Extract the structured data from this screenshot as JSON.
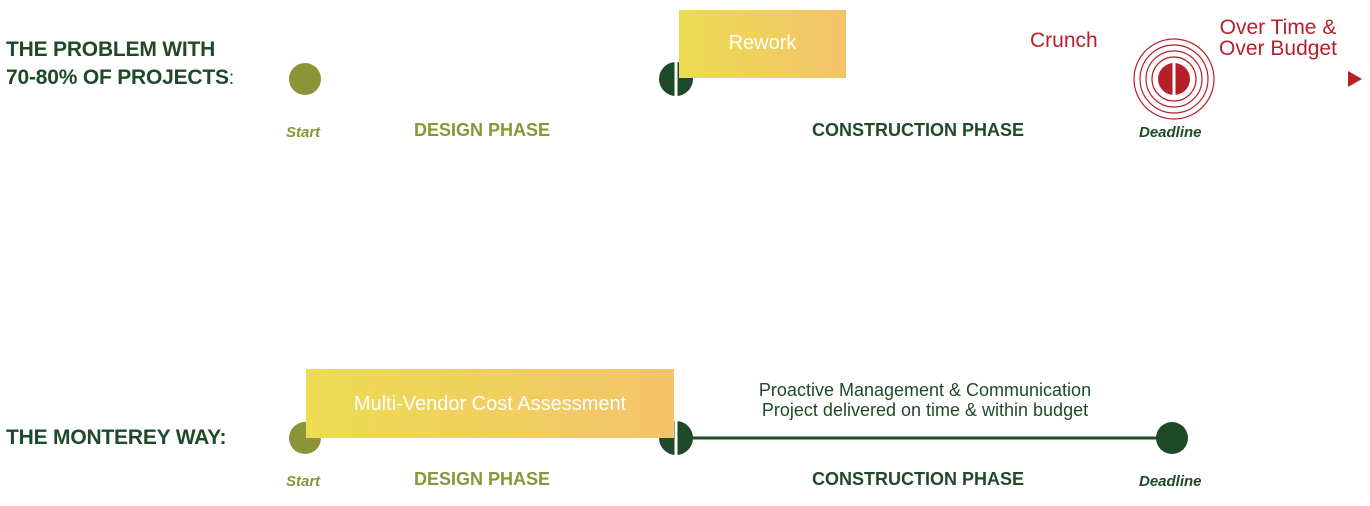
{
  "problem": {
    "heading_line1": "THE PROBLEM WITH",
    "heading_line2": "70-80% OF PROJECTS",
    "heading_colon": ":",
    "start_label": "Start",
    "design_phase_label": "DESIGN PHASE",
    "rework_label": "Rework",
    "construction_phase_label": "CONSTRUCTION PHASE",
    "crunch_label": "Crunch",
    "overrun_line1": "Over Time &",
    "overrun_line2": "Over Budget",
    "deadline_label": "Deadline"
  },
  "monterey": {
    "heading": "THE MONTEREY WAY:",
    "start_label": "Start",
    "design_phase_label": "DESIGN PHASE",
    "assessment_label": "Multi-Vendor Cost Assessment",
    "note_line1": "Proactive Management & Communication",
    "note_line2": "Project delivered on time & within budget",
    "construction_phase_label": "CONSTRUCTION PHASE",
    "deadline_label": "Deadline"
  },
  "colors": {
    "olive": "#8b9437",
    "dark_green": "#1f4a2a",
    "red": "#b5202a",
    "box_gradient_start": "#ecdc52",
    "box_gradient_end": "#f4c36a"
  }
}
